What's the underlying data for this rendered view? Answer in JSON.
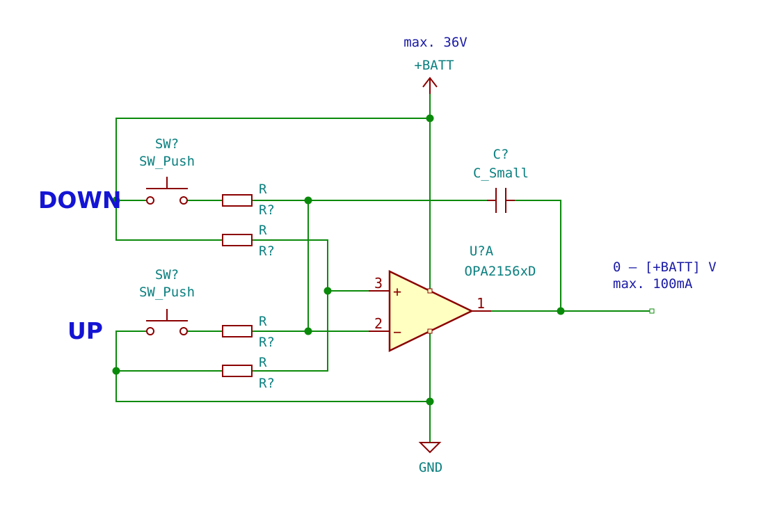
{
  "power": {
    "note": "max. 36V",
    "batt_label": "+BATT",
    "gnd_label": "GND"
  },
  "labels": {
    "down": "DOWN",
    "up": "UP"
  },
  "switches": [
    {
      "ref": "SW?",
      "value": "SW_Push"
    },
    {
      "ref": "SW?",
      "value": "SW_Push"
    }
  ],
  "resistors": [
    {
      "value": "R",
      "ref": "R?"
    },
    {
      "value": "R",
      "ref": "R?"
    },
    {
      "value": "R",
      "ref": "R?"
    },
    {
      "value": "R",
      "ref": "R?"
    }
  ],
  "capacitor": {
    "ref": "C?",
    "value": "C_Small"
  },
  "opamp": {
    "ref": "U?A",
    "value": "OPA2156xD",
    "pin_noninv": "3",
    "pin_inv": "2",
    "pin_out": "1",
    "plus_sign": "+",
    "minus_sign": "−"
  },
  "output": {
    "range": "0 – [+BATT] V",
    "current": "max. 100mA"
  },
  "colors": {
    "wire": "#0a8a0a",
    "component": "#8b0000",
    "opamp_fill": "#ffffc2",
    "label": "#0b7f7f",
    "note": "#1a1aa6",
    "net_label": "#1414d4"
  }
}
